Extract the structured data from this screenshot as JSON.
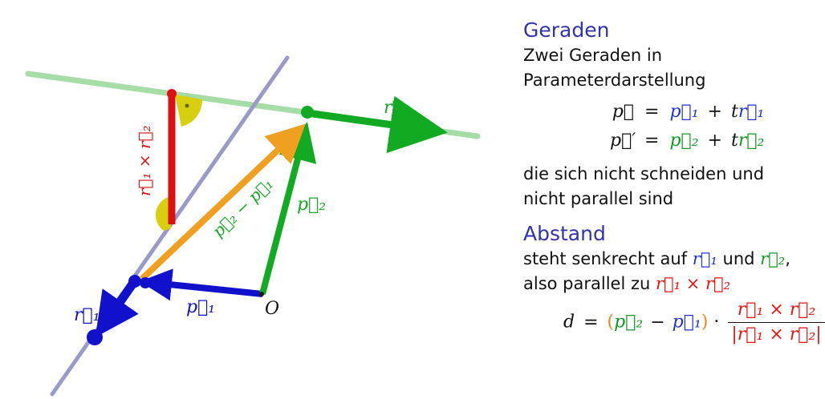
{
  "diagram": {
    "labels": {
      "r2_top": "r⃗₂",
      "r1_cross_r2": "r⃗₁ × r⃗₂",
      "p2_minus_p1": "p⃗₂ − p⃗₁",
      "p2": "p⃗₂",
      "p1": "p⃗₁",
      "origin": "O",
      "r1": "r⃗₁"
    },
    "colors": {
      "blue": "#1111cc",
      "green": "#11aa22",
      "red": "#dd1111",
      "orange": "#f0a020",
      "line_green": "#a6dca6",
      "line_blue": "#9a9ac8",
      "angle_yellow": "#d8cf10"
    }
  },
  "text": {
    "heading1": "Geraden",
    "intro_line1": "Zwei Geraden in",
    "intro_line2": "Parameterdarstellung",
    "eq1_lhs": "p⃗",
    "eq1_eq": "=",
    "eq1_p1": "p⃗₁",
    "eq1_plus": "+",
    "eq1_t": "t",
    "eq1_r1": "r⃗₁",
    "eq2_lhs": "p⃗′",
    "eq2_eq": "=",
    "eq2_p2": "p⃗₂",
    "eq2_plus": "+",
    "eq2_t": "t",
    "eq2_r2": "r⃗₂",
    "cond_line1": "die sich nicht schneiden und",
    "cond_line2": "nicht parallel sind",
    "heading2": "Abstand",
    "dist_line1_a": "steht senkrecht auf",
    "dist_line1_r1": "r⃗₁",
    "dist_line1_und": "und",
    "dist_line1_r2": "r⃗₂",
    "dist_line1_end": ",",
    "dist_line2_a": "also parallel zu",
    "dist_line2_cross": "r⃗₁ × r⃗₂",
    "formula_d": "d",
    "formula_eq": "=",
    "formula_open": "(",
    "formula_p2": "p⃗₂",
    "formula_minus": "−",
    "formula_p1": "p⃗₁",
    "formula_close": ")",
    "formula_dot": "·",
    "formula_num": "r⃗₁ × r⃗₂",
    "formula_den": "|r⃗₁ × r⃗₂|"
  }
}
